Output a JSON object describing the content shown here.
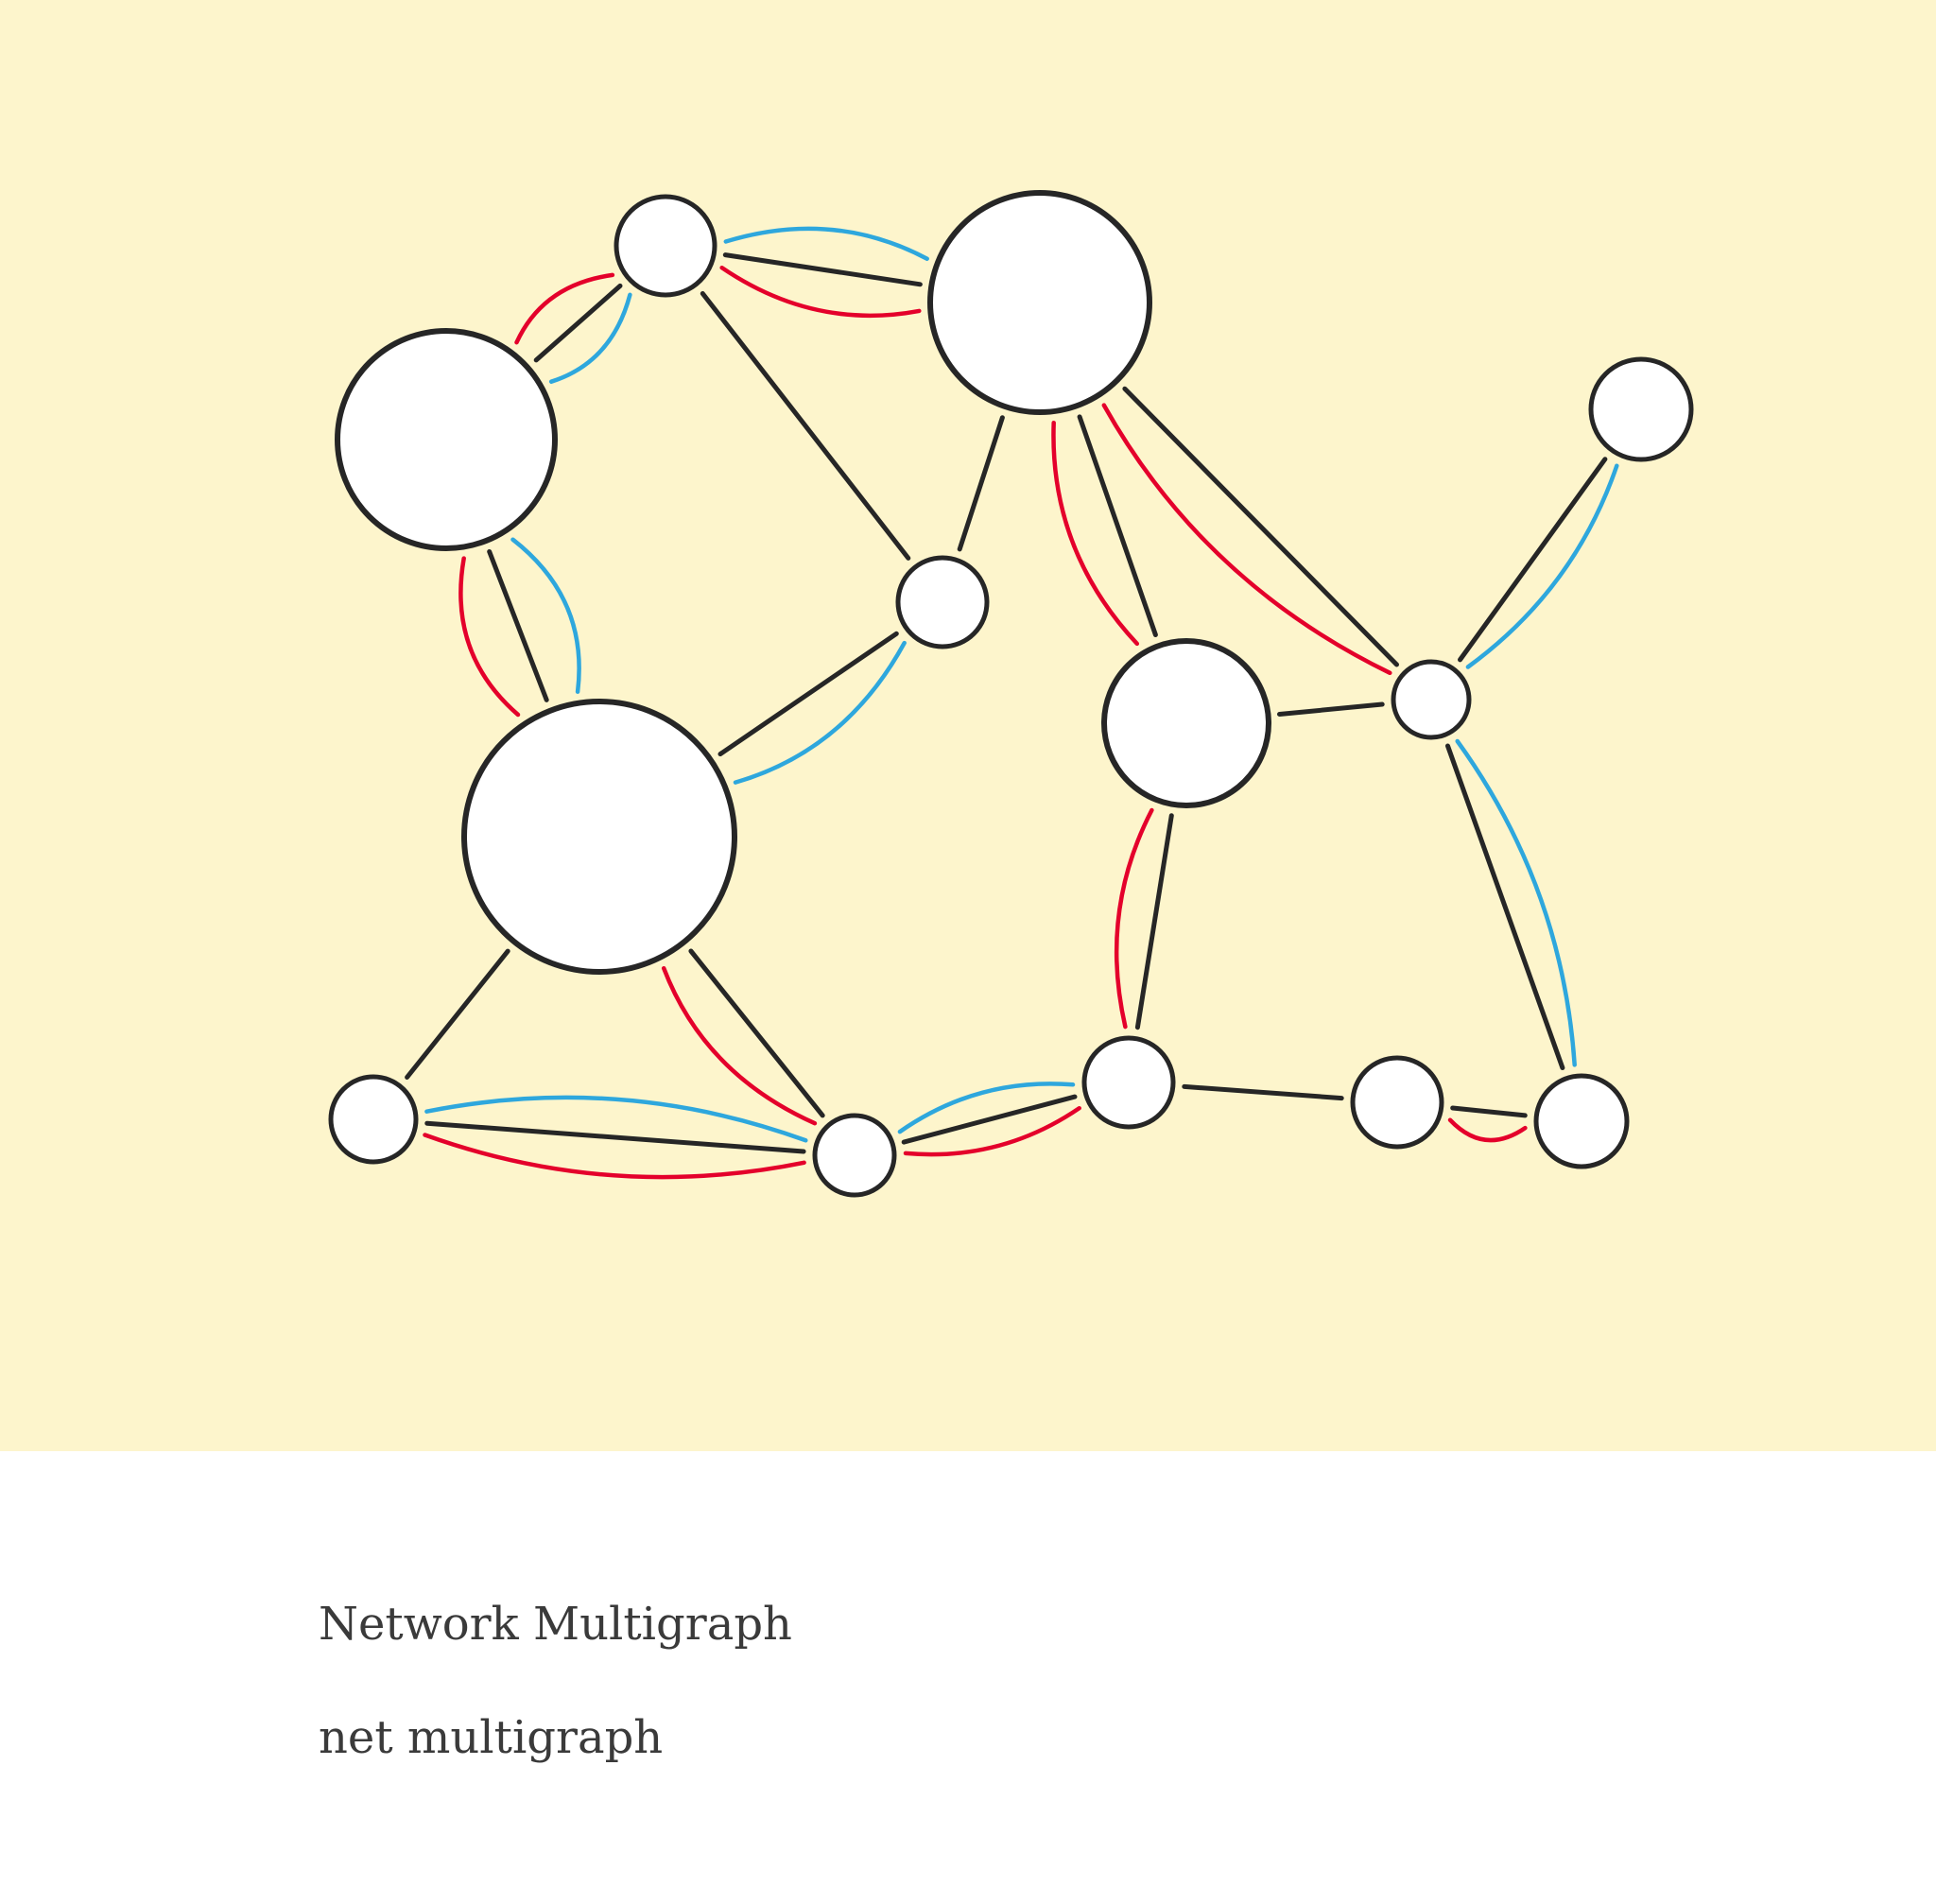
{
  "figure": {
    "title": "Network Multigraph",
    "subtitle": "net multigraph"
  },
  "colors": {
    "background": "#fdf5cc",
    "node_fill": "#ffffff",
    "node_stroke": "#262626",
    "black_edge": "#262626",
    "red_edge": "#e4002b",
    "blue_edge": "#2ea7dd"
  },
  "graph": {
    "nodes": [
      {
        "id": "top-small"
      },
      {
        "id": "top-right-large"
      },
      {
        "id": "left-large"
      },
      {
        "id": "center-small"
      },
      {
        "id": "center-large"
      },
      {
        "id": "right-medium"
      },
      {
        "id": "right-small-hub"
      },
      {
        "id": "far-right-top"
      },
      {
        "id": "bottom-left-small"
      },
      {
        "id": "bottom-center-small"
      },
      {
        "id": "bottom-right-center"
      },
      {
        "id": "bottom-right-2"
      },
      {
        "id": "bottom-far-right"
      }
    ],
    "edges": [
      {
        "from": "top-small",
        "to": "top-right-large",
        "kind": "black"
      },
      {
        "from": "top-small",
        "to": "top-right-large",
        "kind": "red"
      },
      {
        "from": "top-small",
        "to": "top-right-large",
        "kind": "blue"
      },
      {
        "from": "top-small",
        "to": "left-large",
        "kind": "black"
      },
      {
        "from": "top-small",
        "to": "left-large",
        "kind": "red"
      },
      {
        "from": "top-small",
        "to": "left-large",
        "kind": "blue"
      },
      {
        "from": "top-small",
        "to": "center-small",
        "kind": "black"
      },
      {
        "from": "top-right-large",
        "to": "center-small",
        "kind": "black"
      },
      {
        "from": "top-right-large",
        "to": "right-medium",
        "kind": "black"
      },
      {
        "from": "top-right-large",
        "to": "right-medium",
        "kind": "red"
      },
      {
        "from": "top-right-large",
        "to": "right-small-hub",
        "kind": "black"
      },
      {
        "from": "top-right-large",
        "to": "right-small-hub",
        "kind": "red"
      },
      {
        "from": "left-large",
        "to": "center-large",
        "kind": "black"
      },
      {
        "from": "left-large",
        "to": "center-large",
        "kind": "red"
      },
      {
        "from": "left-large",
        "to": "center-large",
        "kind": "blue"
      },
      {
        "from": "center-small",
        "to": "center-large",
        "kind": "black"
      },
      {
        "from": "center-small",
        "to": "center-large",
        "kind": "blue"
      },
      {
        "from": "right-medium",
        "to": "right-small-hub",
        "kind": "black"
      },
      {
        "from": "right-medium",
        "to": "bottom-right-center",
        "kind": "black"
      },
      {
        "from": "right-medium",
        "to": "bottom-right-center",
        "kind": "red"
      },
      {
        "from": "far-right-top",
        "to": "right-small-hub",
        "kind": "black"
      },
      {
        "from": "far-right-top",
        "to": "right-small-hub",
        "kind": "blue"
      },
      {
        "from": "right-small-hub",
        "to": "bottom-far-right",
        "kind": "black"
      },
      {
        "from": "right-small-hub",
        "to": "bottom-far-right",
        "kind": "blue"
      },
      {
        "from": "center-large",
        "to": "bottom-left-small",
        "kind": "black"
      },
      {
        "from": "center-large",
        "to": "bottom-center-small",
        "kind": "black"
      },
      {
        "from": "center-large",
        "to": "bottom-center-small",
        "kind": "red"
      },
      {
        "from": "bottom-left-small",
        "to": "bottom-center-small",
        "kind": "black"
      },
      {
        "from": "bottom-left-small",
        "to": "bottom-center-small",
        "kind": "red"
      },
      {
        "from": "bottom-left-small",
        "to": "bottom-center-small",
        "kind": "blue"
      },
      {
        "from": "bottom-center-small",
        "to": "bottom-right-center",
        "kind": "black"
      },
      {
        "from": "bottom-center-small",
        "to": "bottom-right-center",
        "kind": "red"
      },
      {
        "from": "bottom-center-small",
        "to": "bottom-right-center",
        "kind": "blue"
      },
      {
        "from": "bottom-right-center",
        "to": "bottom-right-2",
        "kind": "black"
      },
      {
        "from": "bottom-right-2",
        "to": "bottom-far-right",
        "kind": "black"
      },
      {
        "from": "bottom-right-2",
        "to": "bottom-far-right",
        "kind": "red"
      }
    ]
  }
}
